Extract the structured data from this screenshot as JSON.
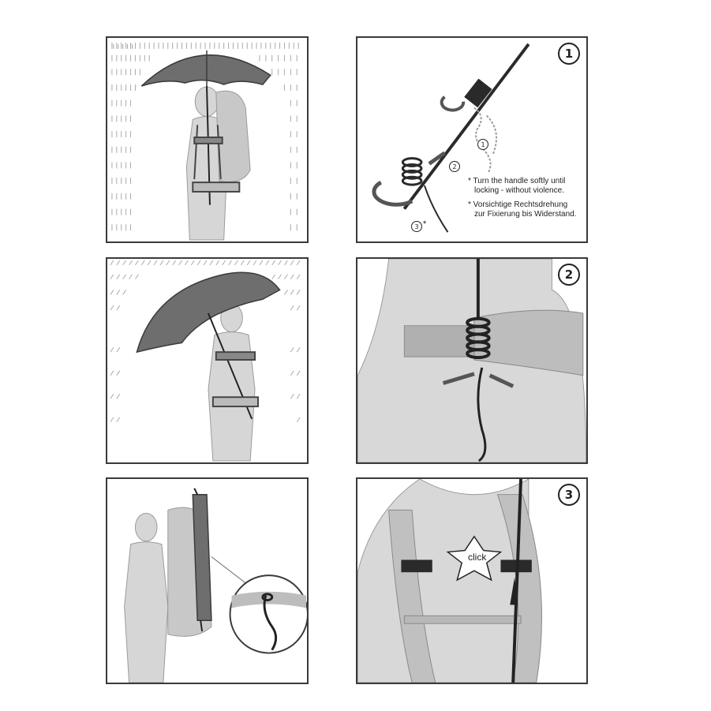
{
  "panels": {
    "attach_step1": {
      "step": "1",
      "substeps": [
        "1",
        "2",
        "3"
      ],
      "substep3_mark": "*",
      "note_en": [
        "* Turn the handle softly until",
        "locking - without violence."
      ],
      "note_de": [
        "* Vorsichtige Rechtsdrehung",
        "zur Fixierung bis Widerstand."
      ]
    },
    "attach_step2": {
      "step": "2"
    },
    "attach_step3": {
      "step": "3",
      "click_label": "click"
    }
  },
  "colors": {
    "line": "#3a3a3a",
    "figure": "#d6d6d6",
    "canopy": "#6e6e6e",
    "rain": "#9a9a9a"
  }
}
